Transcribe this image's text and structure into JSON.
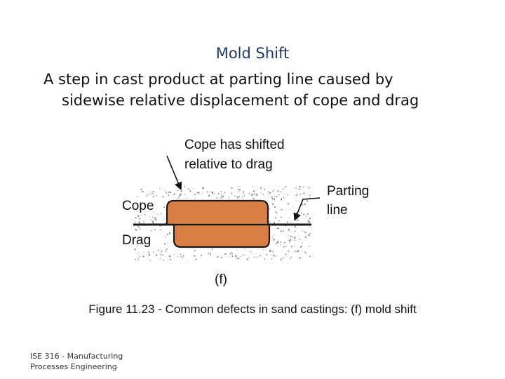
{
  "slide": {
    "title": "Mold Shift",
    "subtitle_line_1": "A step in cast product at parting line caused by",
    "subtitle_line_2": "sidewise relative displacement of cope and drag"
  },
  "diagram": {
    "callout_top_line_1": "Cope has shifted",
    "callout_top_line_2": "relative to drag",
    "callout_right_line_1": "Parting",
    "callout_right_line_2": "line",
    "label_cope": "Cope",
    "label_drag": "Drag",
    "panel_label": "(f)",
    "colors": {
      "casting_fill": "#d97f45",
      "casting_stroke": "#1a1a1a",
      "sand_dots": "#777777"
    }
  },
  "caption": "Figure 11.23 - Common defects in sand castings: (f) mold shift",
  "footer": {
    "line_1": "ISE 316  -  Manufacturing",
    "line_2": "Processes Engineering"
  }
}
